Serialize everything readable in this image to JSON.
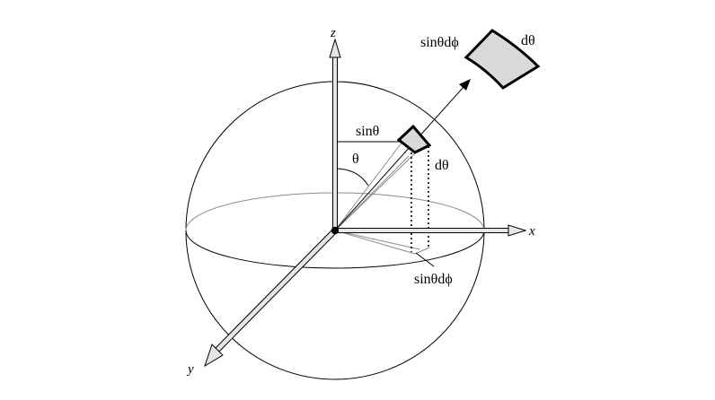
{
  "axes": {
    "z": "z",
    "x": "x",
    "y": "y"
  },
  "labels": {
    "sin_theta": "sinθ",
    "theta": "θ",
    "d_theta_small": "dθ",
    "sin_theta_dphi_small": "sinθdϕ",
    "sin_theta_dphi_large": "sinθdϕ",
    "d_theta_large": "dθ"
  },
  "colors": {
    "ink": "#000000",
    "axis_fill": "#e6e6e6",
    "patch_fill": "#d9d9d9",
    "thin_line": "#8c8c8c"
  }
}
